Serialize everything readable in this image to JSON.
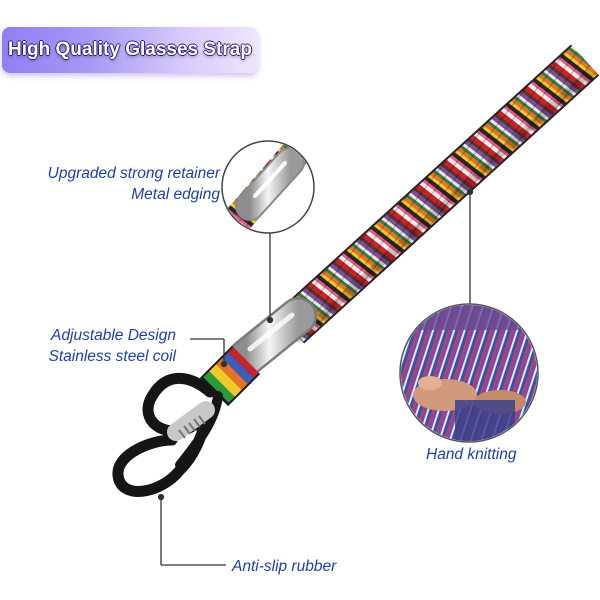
{
  "banner": {
    "title": "High Quality Glasses Strap"
  },
  "callouts": {
    "retainer": {
      "line1": "Upgraded strong retainer",
      "line2": "Metal edging"
    },
    "adjustable": {
      "line1": "Adjustable Design",
      "line2": "Stainless steel coil"
    },
    "knitting": {
      "label": "Hand knitting"
    },
    "rubber": {
      "label": "Anti-slip rubber"
    }
  },
  "colors": {
    "label_text": "#1e3fa8",
    "banner_start": "#8f7ff2",
    "banner_end": "#efe5fd",
    "banner_text_outline": "#2c1e7d",
    "leader_line": "#333333",
    "rubber": "#151515",
    "metal": "#c8c8c8"
  },
  "icons": [
    "metal-retainer-zoom",
    "hand-knitting-photo",
    "rubber-loop",
    "steel-coil"
  ]
}
